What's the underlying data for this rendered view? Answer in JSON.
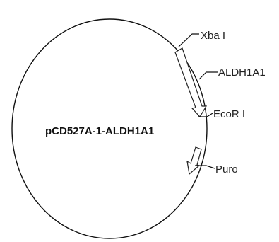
{
  "plasmid": {
    "name": "pCD527A-1-ALDH1A1",
    "features": [
      {
        "id": "xbai",
        "label": "Xba I"
      },
      {
        "id": "aldh1a1",
        "label": "ALDH1A1"
      },
      {
        "id": "ecori",
        "label": "EcoR I"
      },
      {
        "id": "puro",
        "label": "Puro"
      }
    ]
  },
  "colors": {
    "line": "#111111",
    "background": "#ffffff",
    "arrow_fill": "#ffffff"
  }
}
